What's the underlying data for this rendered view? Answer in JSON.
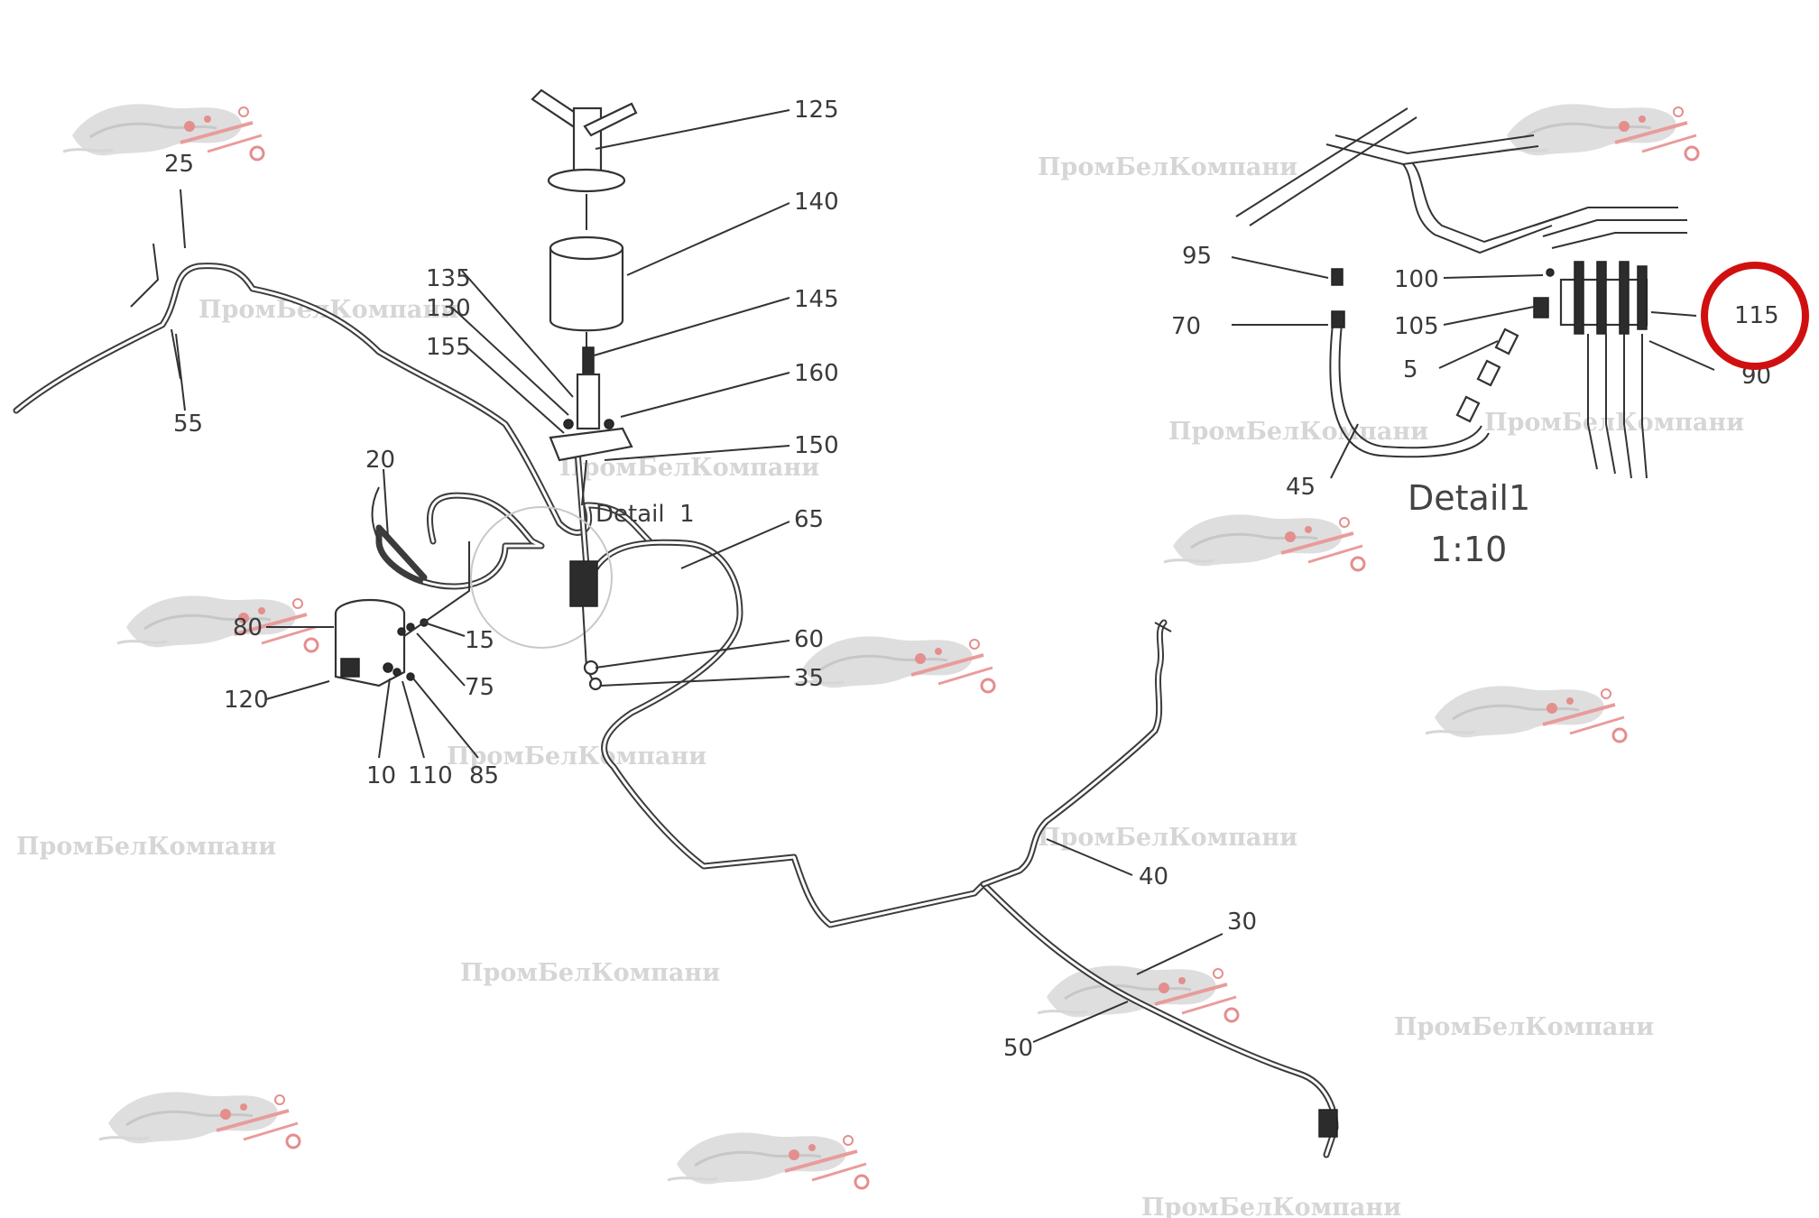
{
  "callouts": [
    {
      "id": "125",
      "text": "125"
    },
    {
      "id": "140",
      "text": "140"
    },
    {
      "id": "145",
      "text": "145"
    },
    {
      "id": "135",
      "text": "135"
    },
    {
      "id": "130",
      "text": "130"
    },
    {
      "id": "155",
      "text": "155"
    },
    {
      "id": "160",
      "text": "160"
    },
    {
      "id": "150",
      "text": "150"
    },
    {
      "id": "25",
      "text": "25"
    },
    {
      "id": "55",
      "text": "55"
    },
    {
      "id": "20",
      "text": "20"
    },
    {
      "id": "65",
      "text": "65"
    },
    {
      "id": "80",
      "text": "80"
    },
    {
      "id": "15",
      "text": "15"
    },
    {
      "id": "75",
      "text": "75"
    },
    {
      "id": "120",
      "text": "120"
    },
    {
      "id": "10",
      "text": "10"
    },
    {
      "id": "110",
      "text": "110"
    },
    {
      "id": "85",
      "text": "85"
    },
    {
      "id": "60",
      "text": "60"
    },
    {
      "id": "35",
      "text": "35"
    },
    {
      "id": "40",
      "text": "40"
    },
    {
      "id": "30",
      "text": "30"
    },
    {
      "id": "50",
      "text": "50"
    },
    {
      "id": "95",
      "text": "95"
    },
    {
      "id": "70",
      "text": "70"
    },
    {
      "id": "100",
      "text": "100"
    },
    {
      "id": "105",
      "text": "105"
    },
    {
      "id": "5",
      "text": "5"
    },
    {
      "id": "115",
      "text": "115"
    },
    {
      "id": "90",
      "text": "90"
    },
    {
      "id": "45",
      "text": "45"
    }
  ],
  "detail_marker": "Detail  1",
  "detail_inset": {
    "title": "Detail1",
    "scale": "1:10"
  },
  "highlight": {
    "callout": "115",
    "color": "#d01010"
  },
  "watermark": {
    "text": "ПромБелКомпани",
    "logo_icon": "panther-logo-icon",
    "color": "#cfcfcf",
    "logo_accent_color": "#e06060"
  }
}
